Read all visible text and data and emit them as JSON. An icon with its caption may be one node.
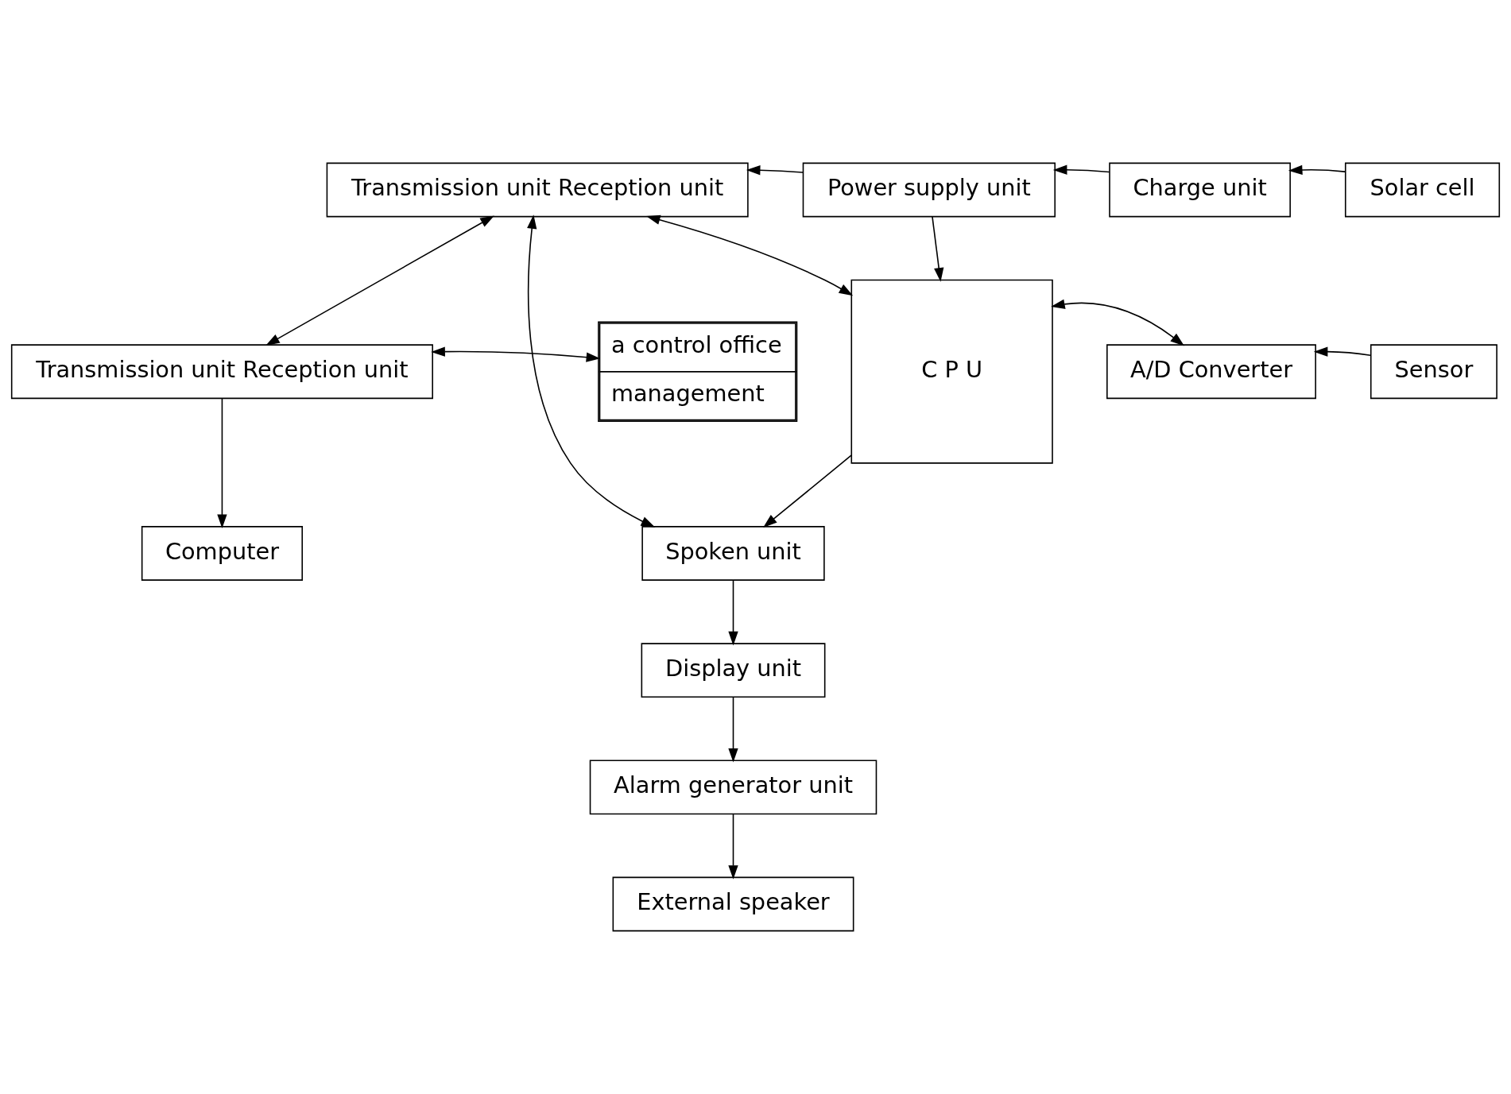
{
  "diagram": {
    "nodes": [
      {
        "text": [
          "Transmission unit Reception unit"
        ]
      },
      {
        "text": [
          "Power supply unit"
        ]
      },
      {
        "text": [
          "Charge unit"
        ]
      },
      {
        "text": [
          "Solar cell"
        ]
      },
      {
        "text": [
          "Transmission unit Reception unit"
        ]
      },
      {
        "text": [
          "a control office",
          "management"
        ]
      },
      {
        "text": [
          "C P U"
        ]
      },
      {
        "text": [
          "A/D Converter"
        ]
      },
      {
        "text": [
          "Sensor"
        ]
      },
      {
        "text": [
          "Computer"
        ]
      },
      {
        "text": [
          "Spoken unit"
        ]
      },
      {
        "text": [
          "Display unit"
        ]
      },
      {
        "text": [
          "Alarm generator unit"
        ]
      },
      {
        "text": [
          "External speaker"
        ]
      }
    ],
    "edges": [
      {
        "from": 1,
        "to": 0,
        "arrow": "to"
      },
      {
        "from": 2,
        "to": 1,
        "arrow": "to"
      },
      {
        "from": 3,
        "to": 2,
        "arrow": "to"
      },
      {
        "from": 0,
        "to": 4,
        "arrow": "both"
      },
      {
        "from": 4,
        "to": 5,
        "arrow": "both"
      },
      {
        "from": 1,
        "to": 6,
        "arrow": "to"
      },
      {
        "from": 6,
        "to": 0,
        "arrow": "both"
      },
      {
        "from": 6,
        "to": 7,
        "arrow": "both"
      },
      {
        "from": 8,
        "to": 7,
        "arrow": "to"
      },
      {
        "from": 4,
        "to": 9,
        "arrow": "to"
      },
      {
        "from": 0,
        "to": 10,
        "arrow": "both"
      },
      {
        "from": 6,
        "to": 10,
        "arrow": "to"
      },
      {
        "from": 10,
        "to": 11,
        "arrow": "to"
      },
      {
        "from": 11,
        "to": 12,
        "arrow": "to"
      },
      {
        "from": 12,
        "to": 13,
        "arrow": "to"
      }
    ]
  }
}
